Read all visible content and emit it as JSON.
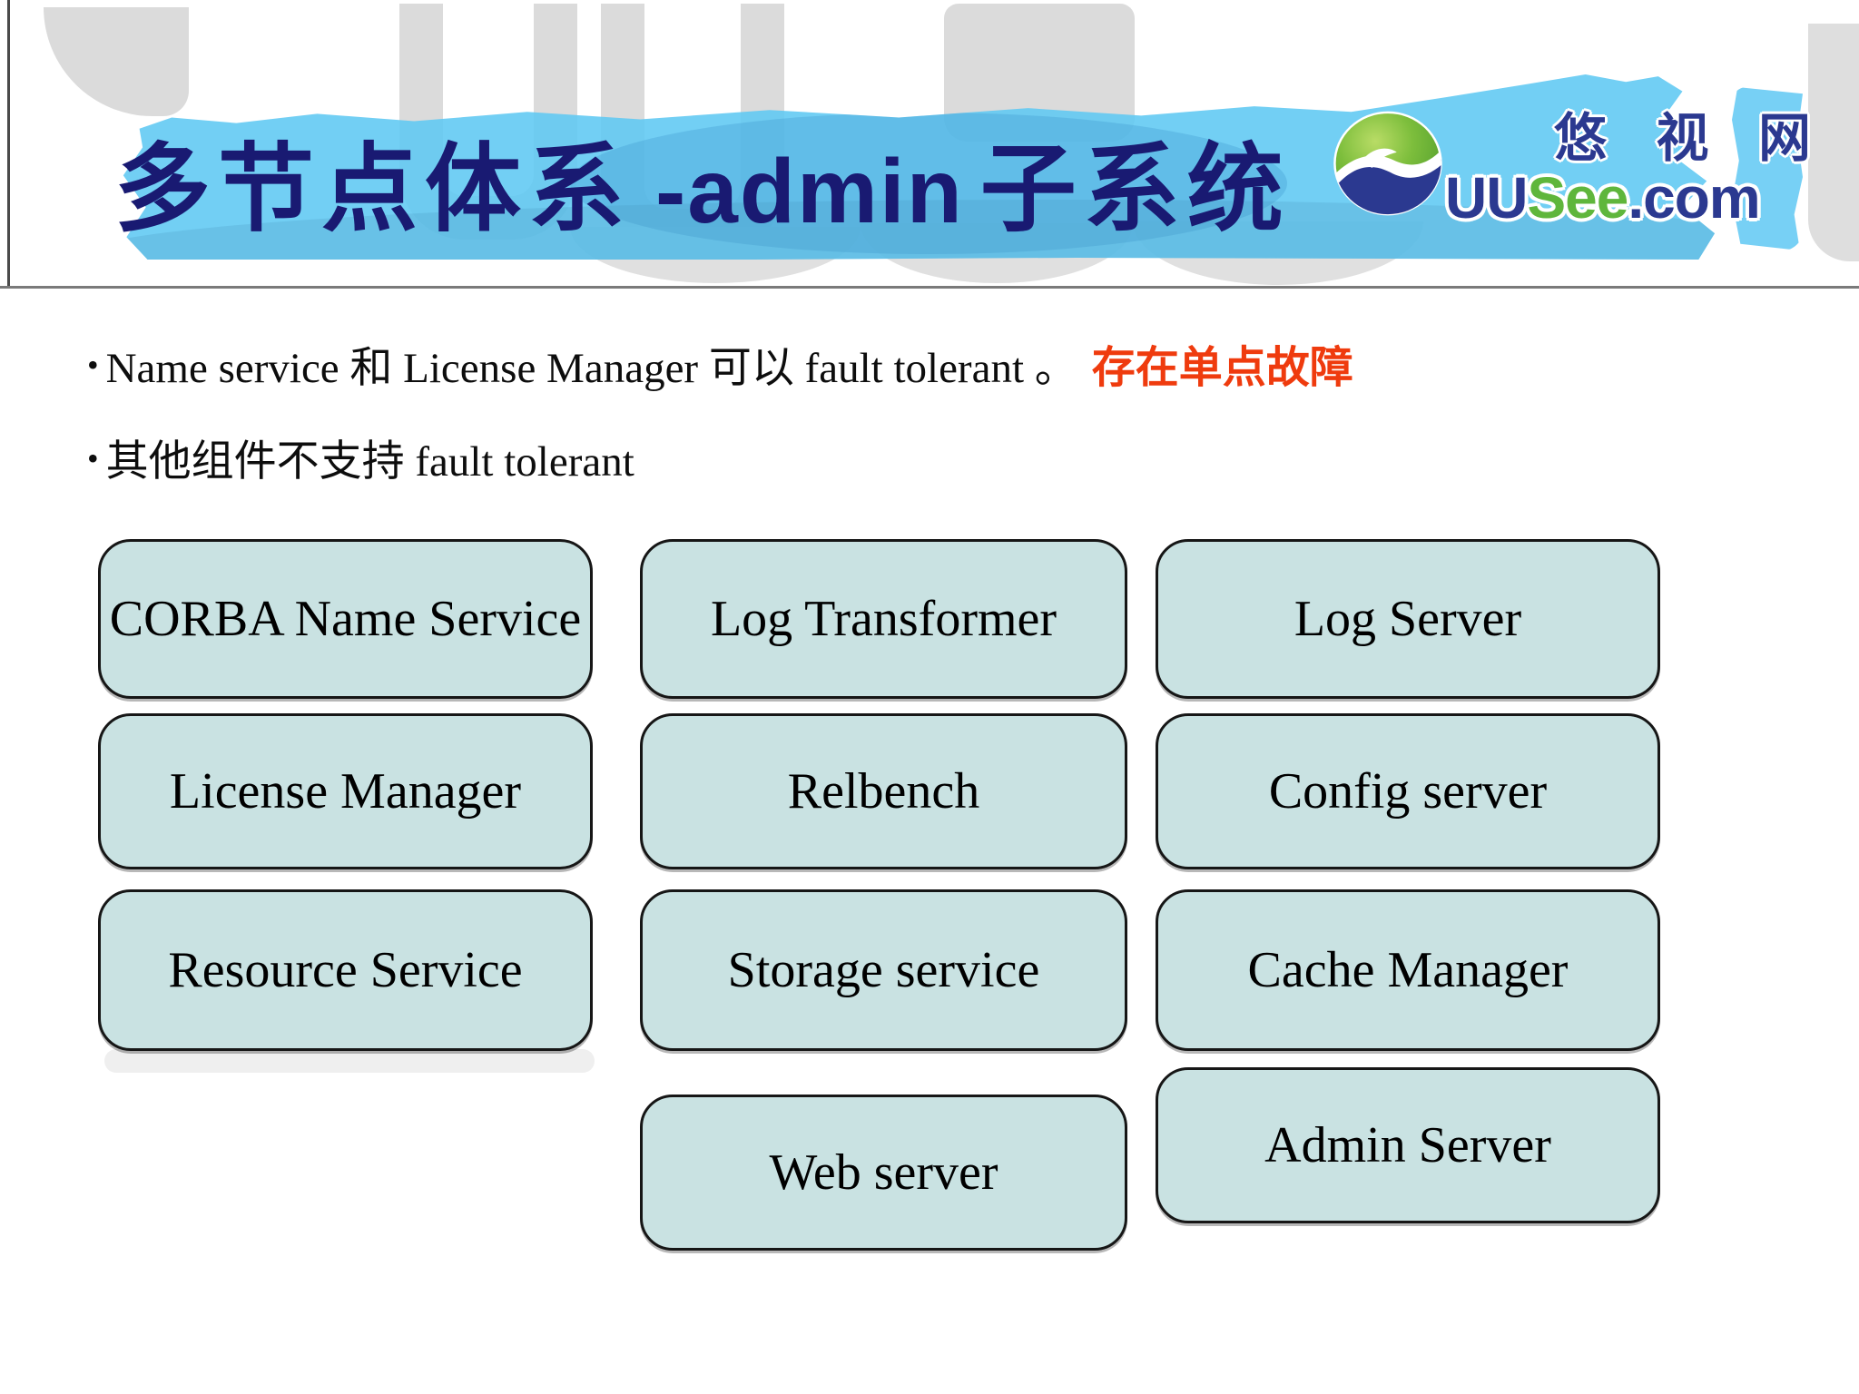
{
  "header": {
    "title_part1": "多节点体系",
    "title_part2": "-admin",
    "title_part3": "子系统",
    "logo": {
      "cn_name": "悠 视 网",
      "brand_uu": "UU",
      "brand_see": "See",
      "brand_com": ".com"
    },
    "colors": {
      "banner_blue": "#7CCDF2",
      "title_navy": "#191A72",
      "brand_navy": "#2B3990",
      "brand_green": "#5FB63C",
      "watermark_gray": "#DBDBDB"
    }
  },
  "bullets": [
    {
      "marker": "•",
      "text": "Name service 和 License Manager 可以 fault tolerant 。",
      "highlight": "存在单点故障",
      "highlight_color": "#EF3B0E"
    },
    {
      "marker": "•",
      "text": "其他组件不支持 fault tolerant",
      "highlight": "",
      "highlight_color": ""
    }
  ],
  "boxes": [
    {
      "label": "CORBA Name Service"
    },
    {
      "label": "Log Transformer"
    },
    {
      "label": "Log Server"
    },
    {
      "label": "License Manager"
    },
    {
      "label": "Relbench"
    },
    {
      "label": "Config server"
    },
    {
      "label": "Resource Service"
    },
    {
      "label": "Storage service"
    },
    {
      "label": "Cache Manager"
    },
    {
      "label": "Web server"
    },
    {
      "label": "Admin Server"
    }
  ],
  "box_style": {
    "fill": "#C9E2E2",
    "border": "#161616"
  }
}
